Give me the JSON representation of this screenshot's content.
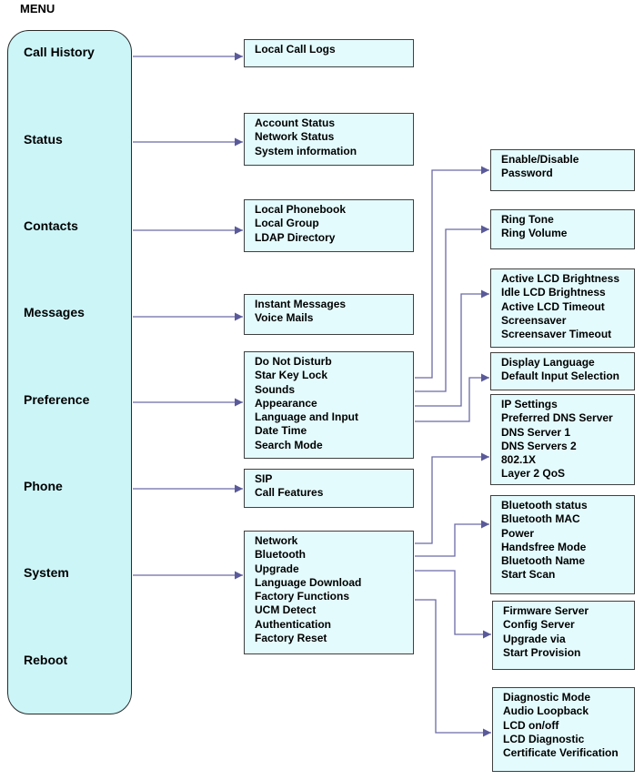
{
  "title": "MENU",
  "colors": {
    "menu_fill": "#ccf5f8",
    "box_fill": "#e4fbfd",
    "connector": "#6a6aa8",
    "border": "#404040"
  },
  "menu_items": [
    "Call History",
    "Status",
    "Contacts",
    "Messages",
    "Preference",
    "Phone",
    "System",
    "Reboot"
  ],
  "boxes": {
    "call_history": [
      "Local Call Logs"
    ],
    "status": [
      "Account Status",
      "Network Status",
      "System information"
    ],
    "contacts": [
      "Local Phonebook",
      "Local Group",
      "LDAP Directory"
    ],
    "messages": [
      "Instant Messages",
      "Voice Mails"
    ],
    "preference": [
      "Do Not Disturb",
      "Star Key Lock",
      "Sounds",
      "Appearance",
      "Language and Input",
      "Date Time",
      "Search Mode"
    ],
    "phone": [
      "SIP",
      "Call Features"
    ],
    "system": [
      "Network",
      "Bluetooth",
      "Upgrade",
      "Language Download",
      "Factory Functions",
      "UCM Detect",
      "Authentication",
      "Factory Reset"
    ],
    "password": [
      "Enable/Disable",
      "Password"
    ],
    "sounds": [
      "Ring Tone",
      "Ring Volume"
    ],
    "appearance": [
      "Active LCD Brightness",
      "Idle LCD Brightness",
      "Active LCD Timeout",
      "Screensaver",
      "Screensaver Timeout"
    ],
    "language": [
      "Display Language",
      "Default Input Selection"
    ],
    "network": [
      "IP Settings",
      "Preferred DNS Server",
      "DNS Server 1",
      "DNS Servers 2",
      "802.1X",
      "Layer 2 QoS"
    ],
    "bluetooth": [
      "Bluetooth status",
      "Bluetooth MAC",
      "Power",
      "Handsfree Mode",
      "Bluetooth Name",
      "Start Scan"
    ],
    "upgrade": [
      "Firmware Server",
      "Config Server",
      "Upgrade via",
      "Start Provision"
    ],
    "factory": [
      "Diagnostic Mode",
      "Audio Loopback",
      "LCD on/off",
      "LCD Diagnostic",
      "Certificate Verification"
    ]
  }
}
